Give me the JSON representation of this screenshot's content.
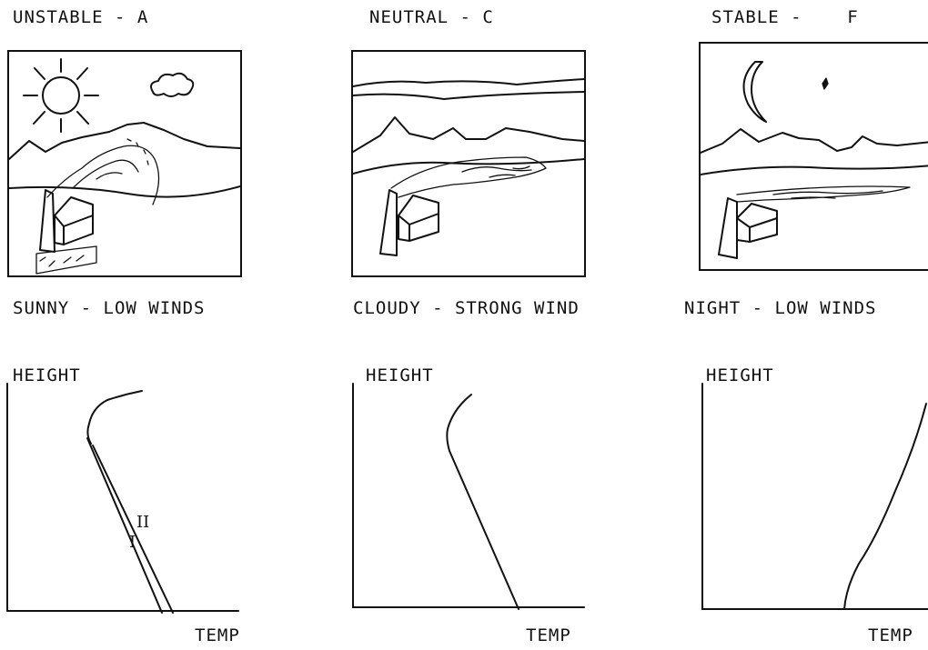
{
  "panels": [
    {
      "stability": "UNSTABLE - A",
      "conditions": "SUNNY - LOW WINDS",
      "scene": "sun-cloud-looping-plume",
      "y_axis_label": "HEIGHT",
      "x_axis_label": "TEMP",
      "profile_labels": [
        "I",
        "II"
      ]
    },
    {
      "stability": "NEUTRAL - C",
      "conditions": "CLOUDY - STRONG WIND",
      "scene": "overcast-coning-plume",
      "y_axis_label": "HEIGHT",
      "x_axis_label": "TEMP"
    },
    {
      "stability": "STABLE -    F",
      "conditions": "NIGHT - LOW WINDS",
      "scene": "moon-star-fanning-plume",
      "y_axis_label": "HEIGHT",
      "x_axis_label": "TEMP"
    }
  ]
}
